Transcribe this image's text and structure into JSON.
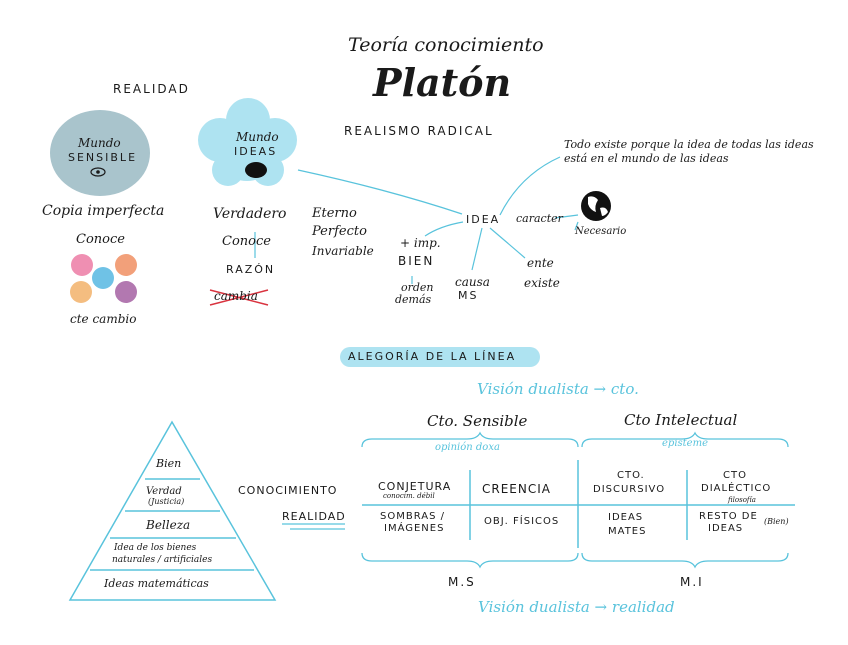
{
  "colors": {
    "accent_blue": "#59c3dc",
    "light_blue": "#aee3f1",
    "gray_blob": "#a9c4cc",
    "ink": "#1a1a1a",
    "cross_red": "#d9333f"
  },
  "title": {
    "subtitle": "Teoría conocimiento",
    "main": "Platón",
    "tag": "REALISMO RADICAL"
  },
  "realidad": {
    "heading": "REALIDAD",
    "sensible": {
      "l1": "Mundo",
      "l2": "SENSIBLE",
      "copia": "Copia imperfecta",
      "conoce": "Conoce",
      "cambio": "cte cambio",
      "sense_icons": [
        "ear-icon",
        "hand-icon",
        "nose-icon",
        "eye-icon",
        "mouth-icon"
      ]
    },
    "ideas": {
      "l1": "Mundo",
      "l2": "IDEAS",
      "verdadero": "Verdadero",
      "conoce": "Conoce",
      "razon": "RAZÓN",
      "cambia": "cambia",
      "attrs": [
        "Eterno",
        "Perfecto",
        "Invariable"
      ]
    }
  },
  "idea_map": {
    "center": "IDEA",
    "caracter": "caracter",
    "necesario": "Necesario",
    "todo": "Todo existe porque la idea de todas las ideas está en el mundo de las ideas",
    "imp": "+ imp.",
    "bien": "BIEN",
    "orden_l1": "orden",
    "orden_l2": "demás",
    "causa_l1": "causa",
    "causa_l2": "MS",
    "ente": "ente",
    "existe": "existe"
  },
  "alegoria": {
    "heading": "ALEGORÍA DE LA LÍNEA",
    "vision_cto": "Visión dualista → cto.",
    "vision_realidad": "Visión dualista → realidad",
    "cto_sensible": "Cto. Sensible",
    "cto_intelectual": "Cto Intelectual",
    "opinion": "opinión doxa",
    "episteme": "episteme",
    "conocimiento": "CONOCIMIENTO",
    "realidad": "REALIDAD",
    "cells": {
      "conjetura": "CONJETURA",
      "conjetura_sub": "conocim. débil",
      "creencia": "CREENCIA",
      "discursivo_l1": "CTO.",
      "discursivo_l2": "DISCURSIVO",
      "dialectico_l1": "CTO",
      "dialectico_l2": "DIALÉCTICO",
      "dialectico_sub": "filosofía",
      "sombras_l1": "SOMBRAS /",
      "sombras_l2": "IMÁGENES",
      "fisicos": "OBJ. FÍSICOS",
      "mates_l1": "IDEAS",
      "mates_l2": "MATES",
      "resto_l1": "RESTO DE",
      "resto_l2": "IDEAS",
      "resto_sub": "(Bien)"
    },
    "ms": "M.S",
    "mi": "M.I"
  },
  "pyramid": {
    "levels": [
      "Bien",
      "Verdad (Justicia)",
      "Belleza",
      "Idea de los bienes naturales / artificiales",
      "Ideas matemáticas"
    ],
    "v2a": "Verdad",
    "v2b": "(Justicia)",
    "i4a": "Idea de los bienes",
    "i4b": "naturales / artificiales"
  }
}
